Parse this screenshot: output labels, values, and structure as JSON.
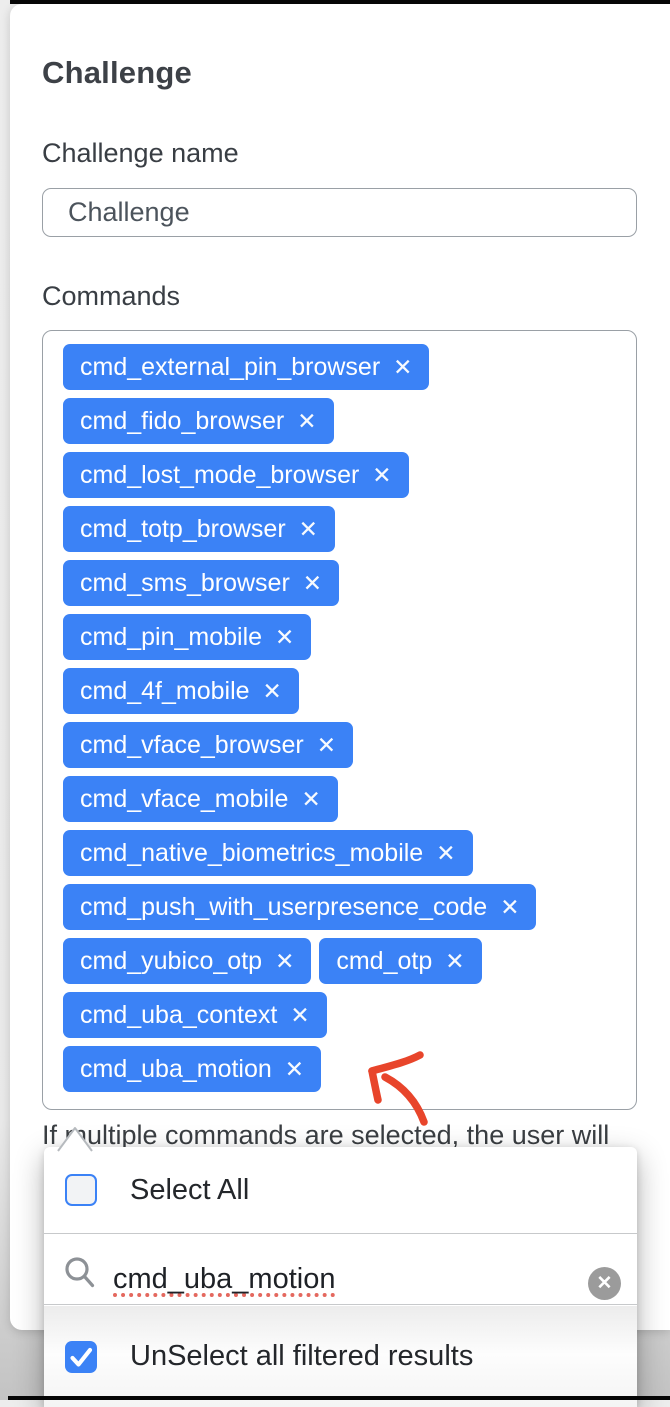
{
  "page_title": "Challenge",
  "fields": {
    "name": {
      "label": "Challenge name",
      "value": "Challenge"
    },
    "commands": {
      "label": "Commands",
      "chip_remove_icon": "✕",
      "chips": [
        "cmd_external_pin_browser",
        "cmd_fido_browser",
        "cmd_lost_mode_browser",
        "cmd_totp_browser",
        "cmd_sms_browser",
        "cmd_pin_mobile",
        "cmd_4f_mobile",
        "cmd_vface_browser",
        "cmd_vface_mobile",
        "cmd_native_biometrics_mobile",
        "cmd_push_with_userpresence_code",
        "cmd_yubico_otp",
        "cmd_otp",
        "cmd_uba_context",
        "cmd_uba_motion"
      ]
    }
  },
  "helper_text": "If multiple commands are selected, the user will",
  "dropdown": {
    "select_all": {
      "label": "Select All",
      "checked": false
    },
    "search": {
      "value": "cmd_uba_motion",
      "icon": "magnifier",
      "clear_icon": "✕"
    },
    "unselect_filtered": {
      "label": "UnSelect all filtered results",
      "checked": true
    }
  },
  "annotation": {
    "shape": "hand-drawn-arrow",
    "points_at": "cmd_uba_motion chip"
  },
  "colors": {
    "chip_blue": "#3b82f6",
    "checkbox_blue": "#3b82f6",
    "arrow_red": "#e8452b",
    "border_grey": "#9aa0a6",
    "spellcheck_red": "#e4685e"
  }
}
